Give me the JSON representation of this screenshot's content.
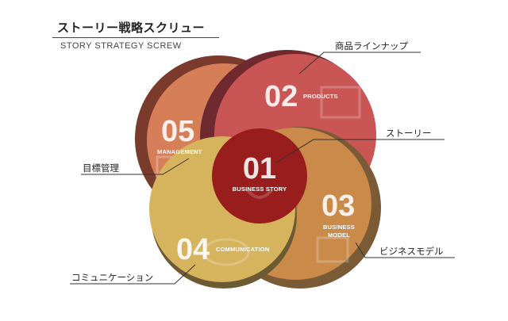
{
  "header": {
    "title": "ストーリー戦略スクリュー",
    "subtitle": "STORY STRATEGY SCREW"
  },
  "segments": [
    {
      "number": "01",
      "caption": "BUSINESS STORY",
      "label": "ストーリー",
      "color": "#9a1d1d"
    },
    {
      "number": "02",
      "caption": "PRODUCTS",
      "label": "商品ラインナップ",
      "color": "#c95555"
    },
    {
      "number": "03",
      "caption_line1": "BUSINESS",
      "caption_line2": "MODEL",
      "label": "ビジネスモデル",
      "color": "#c98a4a"
    },
    {
      "number": "04",
      "caption": "COMMUNICATION",
      "label": "コミュニケーション",
      "color": "#d6b35d"
    },
    {
      "number": "05",
      "caption": "MANAGEMENT",
      "label": "目標管理",
      "color": "#d67e58"
    }
  ]
}
